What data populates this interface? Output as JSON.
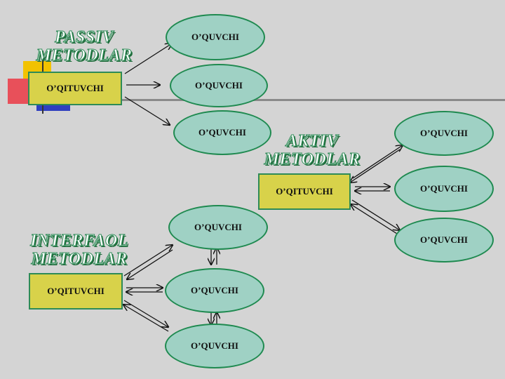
{
  "colors": {
    "background": "#d4d4d4",
    "teacher_fill": "#d8d24a",
    "student_fill": "#9fd1c4",
    "border": "#1f8a50",
    "heading_text": "#ffffff",
    "heading_outline": "#2e8b57"
  },
  "groups": [
    {
      "heading": [
        "PASSIV",
        "METODLAR"
      ],
      "teacher": "O’QITUVCHI",
      "students": [
        "O’QUVCHI",
        "O’QUVCHI",
        "O’QUVCHI"
      ]
    },
    {
      "heading": [
        "AKTIV",
        "METODLAR"
      ],
      "teacher": "O’QITUVCHI",
      "students": [
        "O’QUVCHI",
        "O’QUVCHI",
        "O’QUVCHI"
      ]
    },
    {
      "heading": [
        "INTERFAOL",
        "METODLAR"
      ],
      "teacher": "O’QITUVCHI",
      "students": [
        "O’QUVCHI",
        "O’QUVCHI",
        "O’QUVCHI"
      ]
    }
  ]
}
